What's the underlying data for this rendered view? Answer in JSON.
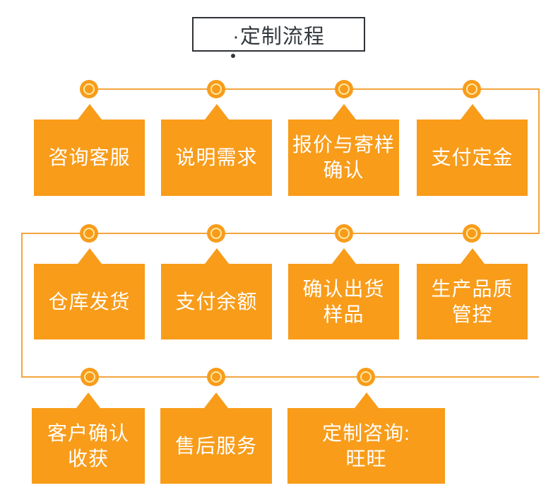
{
  "title": {
    "text": "·定制流程"
  },
  "colors": {
    "box_orange": "#F89C1A",
    "line_orange": "#F2A53E",
    "node_ring_yellow": "#FCE9A6",
    "title_border": "#2F3236",
    "title_text_color": "#33383D",
    "step_text_color": "#FFFFFF"
  },
  "flow": {
    "rows": [
      {
        "steps": [
          {
            "label": "咨询客服"
          },
          {
            "label": "说明需求"
          },
          {
            "label": "报价与寄样\n确认"
          },
          {
            "label": "支付定金"
          }
        ]
      },
      {
        "steps": [
          {
            "label": "仓库发货"
          },
          {
            "label": "支付余额"
          },
          {
            "label": "确认出货\n样品"
          },
          {
            "label": "生产品质\n管控"
          }
        ]
      },
      {
        "steps": [
          {
            "label": "客户确认\n收获"
          },
          {
            "label": "售后服务"
          },
          {
            "label": "定制咨询:\n旺旺"
          }
        ]
      }
    ]
  }
}
